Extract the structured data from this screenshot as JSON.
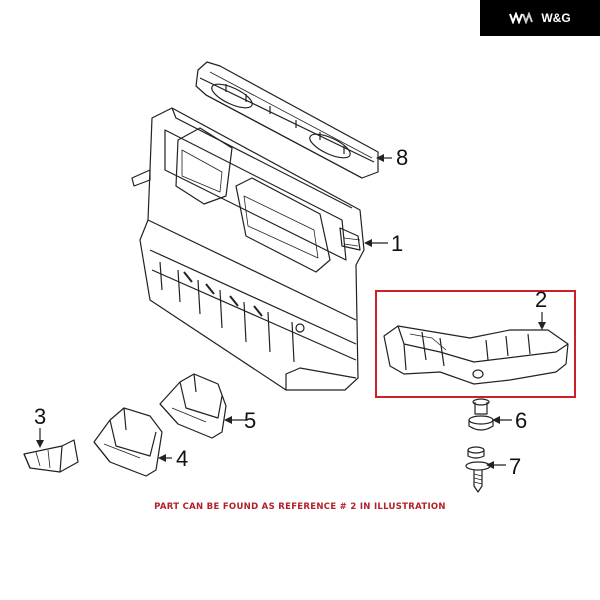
{
  "brand": {
    "name": "W&G",
    "logo_icon": "wg-wave-mark-icon",
    "background": "#000000",
    "text_color": "#ffffff"
  },
  "callouts": [
    "8",
    "1",
    "2",
    "3",
    "4",
    "5",
    "6",
    "7"
  ],
  "highlight": {
    "part": "2",
    "color": "#cc1f2a"
  },
  "note": {
    "text": "PART CAN BE FOUND AS REFERENCE # 2 IN ILLUSTRATION",
    "color": "#b3202a"
  },
  "line_color": "#222222"
}
